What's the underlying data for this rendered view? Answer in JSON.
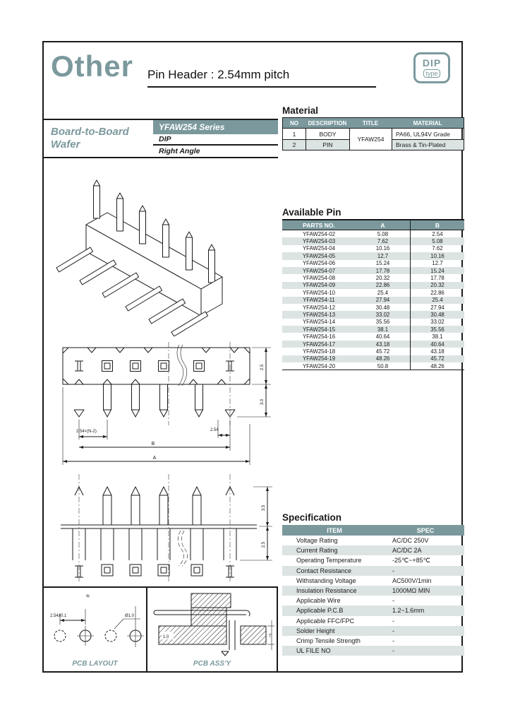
{
  "colors": {
    "teal": "#7b999d",
    "row_alt": "#dce3e3",
    "ink": "#1a1a1a"
  },
  "header": {
    "logo": "Other",
    "subtitle": "Pin Header : 2.54mm pitch",
    "badge_line1": "DIP",
    "badge_line2": "type"
  },
  "series": {
    "category_line1": "Board-to-Board",
    "category_line2": "Wafer",
    "name": "YFAW254 Series",
    "type": "DIP",
    "angle": "Right Angle"
  },
  "material": {
    "title": "Material",
    "headers": [
      "NO",
      "DESCRIPTION",
      "TITLE",
      "MATERIAL"
    ],
    "title_value": "YFAW254",
    "rows": [
      {
        "no": "1",
        "description": "BODY",
        "material": "PA66, UL94V Grade"
      },
      {
        "no": "2",
        "description": "PIN",
        "material": "Brass & Tin-Plated"
      }
    ]
  },
  "available_pin": {
    "title": "Available Pin",
    "headers": [
      "PARTS NO.",
      "A",
      "B"
    ],
    "rows": [
      [
        "YFAW254-02",
        "5.08",
        "2.54"
      ],
      [
        "YFAW254-03",
        "7.62",
        "5.08"
      ],
      [
        "YFAW254-04",
        "10.16",
        "7.62"
      ],
      [
        "YFAW254-05",
        "12.7",
        "10.16"
      ],
      [
        "YFAW254-06",
        "15.24",
        "12.7"
      ],
      [
        "YFAW254-07",
        "17.78",
        "15.24"
      ],
      [
        "YFAW254-08",
        "20.32",
        "17.78"
      ],
      [
        "YFAW254-09",
        "22.86",
        "20.32"
      ],
      [
        "YFAW254-10",
        "25.4",
        "22.86"
      ],
      [
        "YFAW254-11",
        "27.94",
        "25.4"
      ],
      [
        "YFAW254-12",
        "30.48",
        "27.94"
      ],
      [
        "YFAW254-13",
        "33.02",
        "30.48"
      ],
      [
        "YFAW254-14",
        "35.56",
        "33.02"
      ],
      [
        "YFAW254-15",
        "38.1",
        "35.56"
      ],
      [
        "YFAW254-16",
        "40.64",
        "38.1"
      ],
      [
        "YFAW254-17",
        "43.18",
        "40.64"
      ],
      [
        "YFAW254-18",
        "45.72",
        "43.18"
      ],
      [
        "YFAW254-19",
        "48.26",
        "45.72"
      ],
      [
        "YFAW254-20",
        "50.8",
        "48.26"
      ]
    ]
  },
  "specification": {
    "title": "Specification",
    "headers": [
      "ITEM",
      "SPEC"
    ],
    "rows": [
      [
        "Voltage Rating",
        "AC/DC 250V"
      ],
      [
        "Current Rating",
        "AC/DC 2A"
      ],
      [
        "Operating Temperature",
        "-25℃~+85℃"
      ],
      [
        "Contact Resistance",
        "-"
      ],
      [
        "Withstanding Voltage",
        "AC500V/1min"
      ],
      [
        "Insulation Resistance",
        "1000MΩ MIN"
      ],
      [
        "Applicable Wire",
        "-"
      ],
      [
        "Applicable P.C.B",
        "1.2~1.6mm"
      ],
      [
        "Applicable FFC/FPC",
        "-"
      ],
      [
        "Solder Height",
        "-"
      ],
      [
        "Crimp Tensile Strength",
        "-"
      ],
      [
        "UL FILE NO",
        "-"
      ]
    ]
  },
  "drawings": {
    "front_view": {
      "pitch_dim": "2.54×(N-2)",
      "end_dim": "2.54",
      "b": "B",
      "a": "A",
      "h_top": "2.5",
      "h_bottom": "3.0"
    },
    "bottom_view": {
      "h_top": "3.5",
      "h_bottom": "2.5"
    },
    "pcb_layout": {
      "label": "PCB LAYOUT",
      "pitch_dim": "2.54±0.1",
      "hole_dim": "Ø1.0",
      "b": "B"
    },
    "pcb_assy": {
      "label": "PCB ASS'Y",
      "board": "1.0",
      "thickness": "T"
    }
  }
}
